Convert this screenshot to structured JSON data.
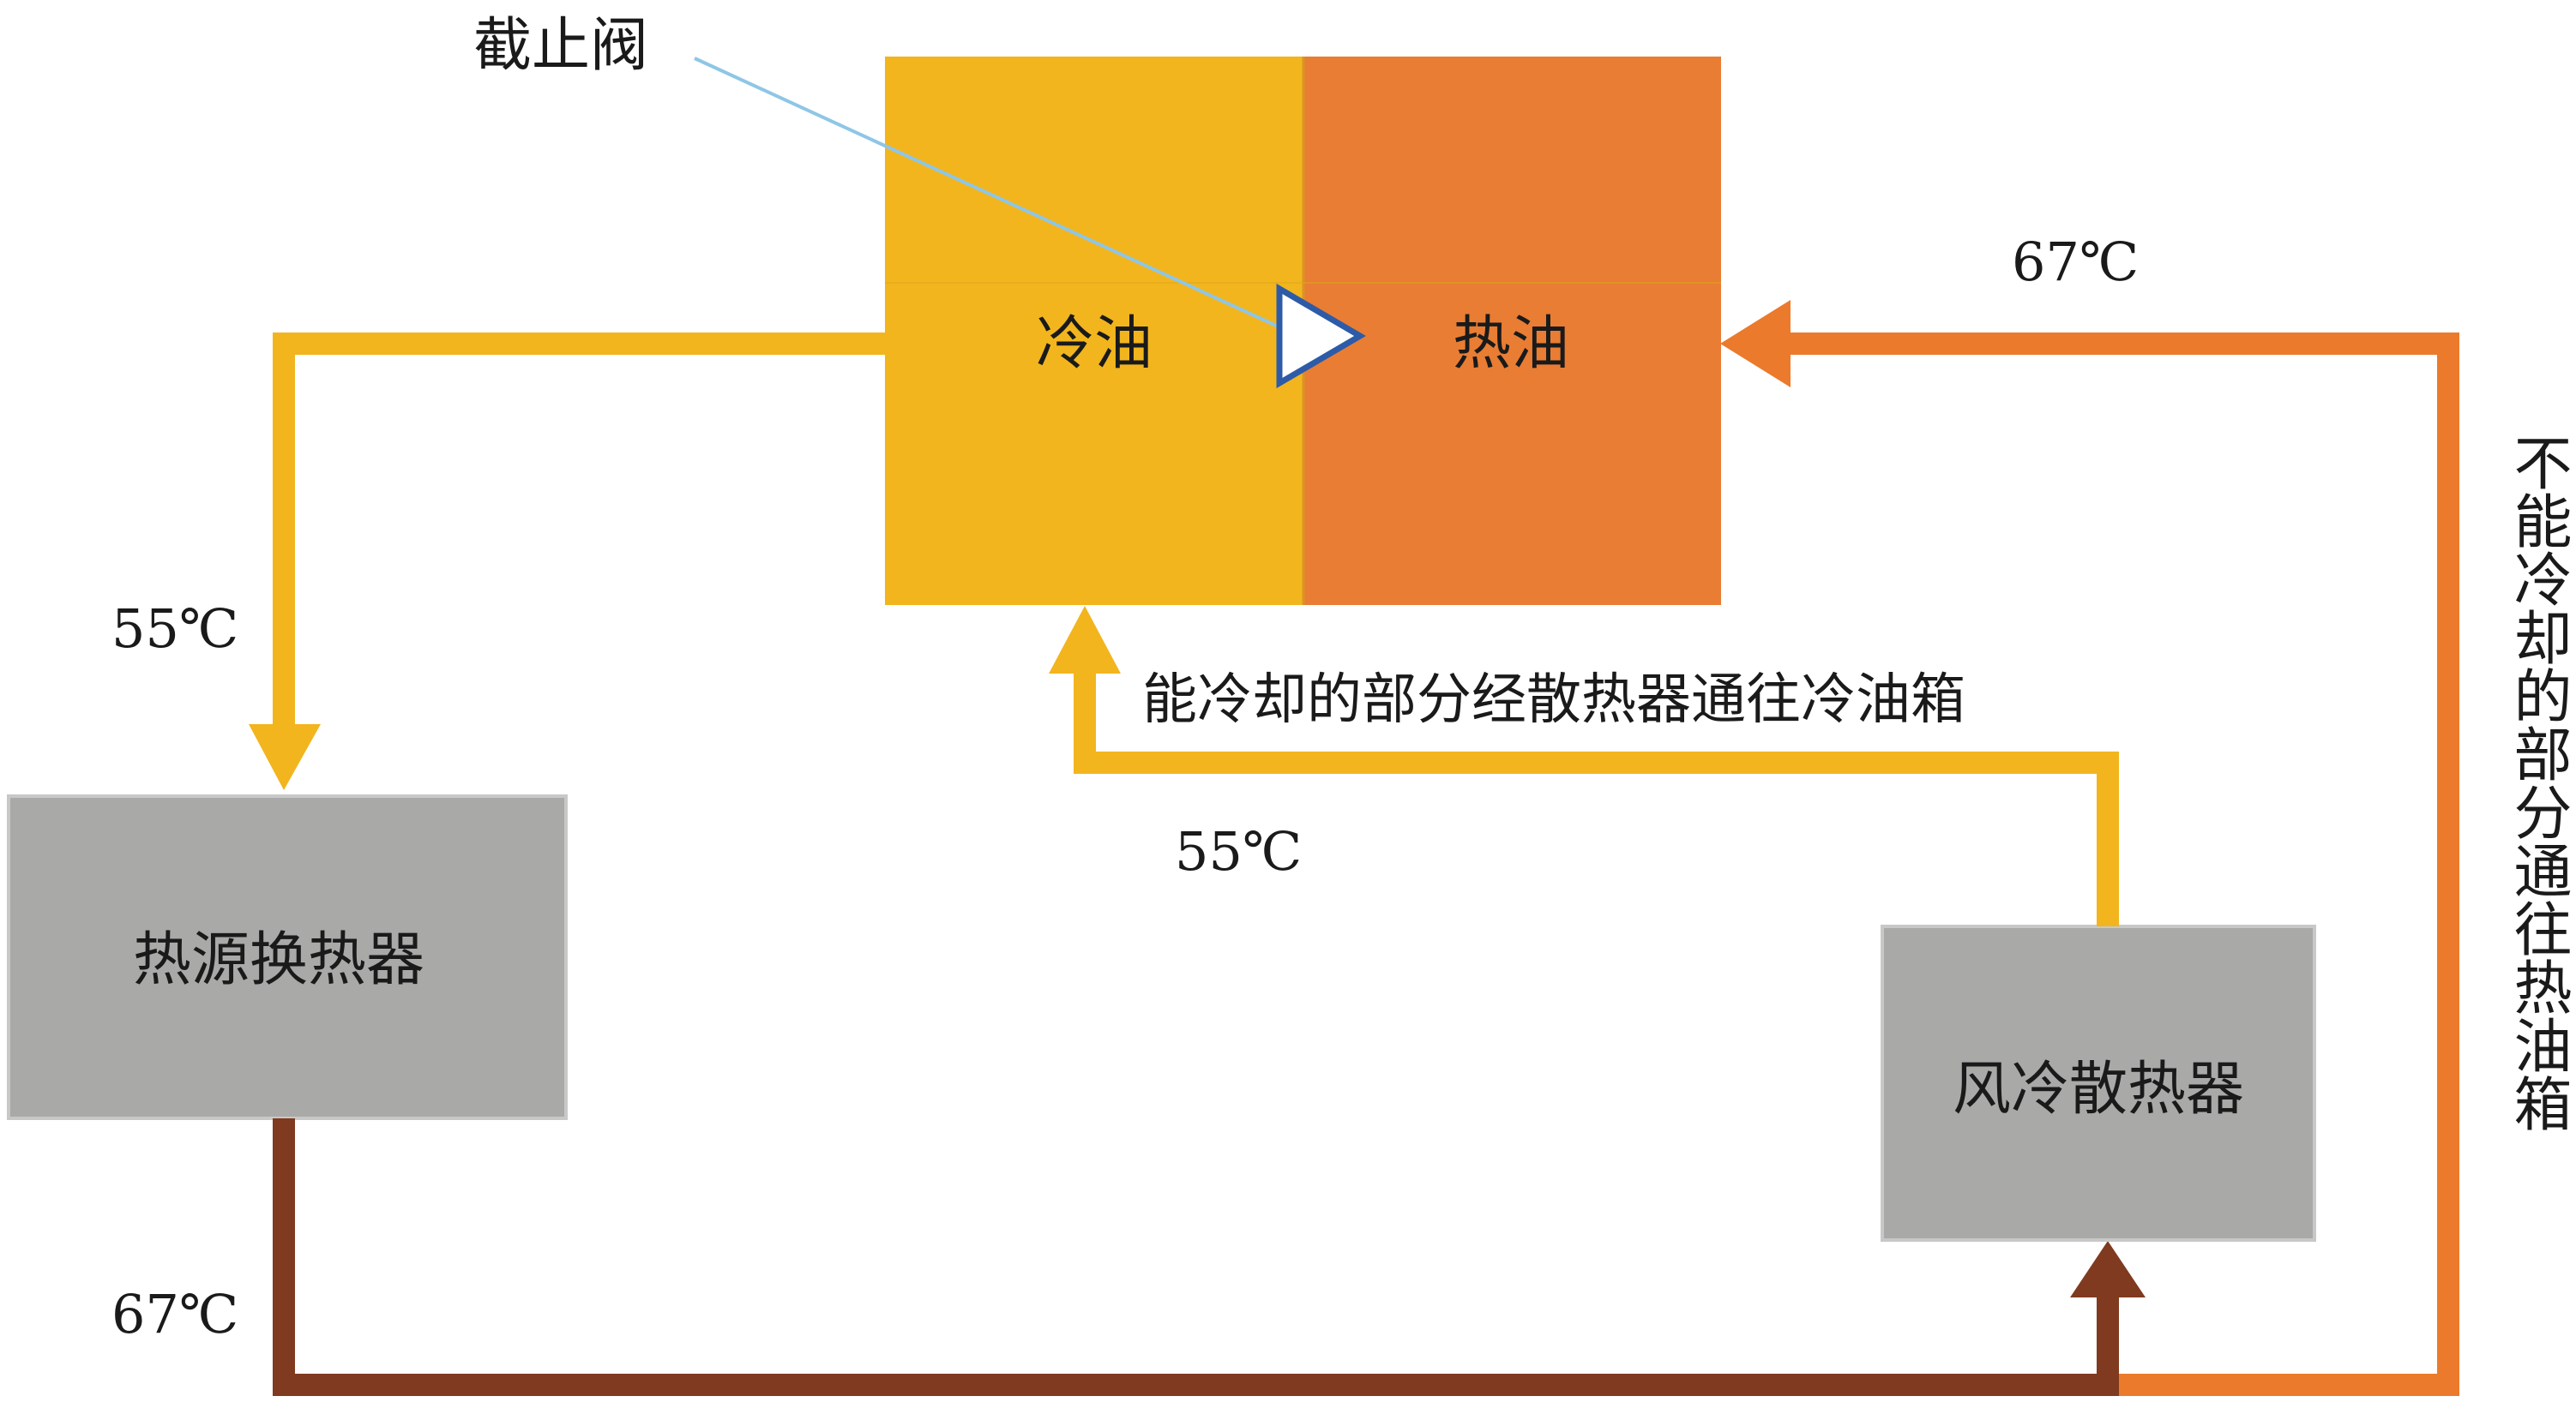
{
  "labels": {
    "valve": "截止阀",
    "cold_oil": "冷油",
    "hot_oil": "热油",
    "heat_source_exchanger": "热源换热器",
    "air_cooler": "风冷散热器",
    "to_cold_tank": "能冷却的部分经散热器通往冷油箱",
    "to_hot_tank": "不能冷却的部分通往热油箱",
    "temp_cold_left": "55℃",
    "temp_cold_mid": "55℃",
    "temp_hot_right": "67℃",
    "temp_hot_bottom": "67℃"
  },
  "colors": {
    "cold_oil": "#F2B51E",
    "hot_oil": "#E97D33",
    "hot_pipe": "#EB7A2C",
    "return_pipe": "#7F3A1F",
    "box_gray": "#A9A9A8",
    "leader_line": "#8EC6E6",
    "valve_stroke": "#2D5BA8"
  }
}
